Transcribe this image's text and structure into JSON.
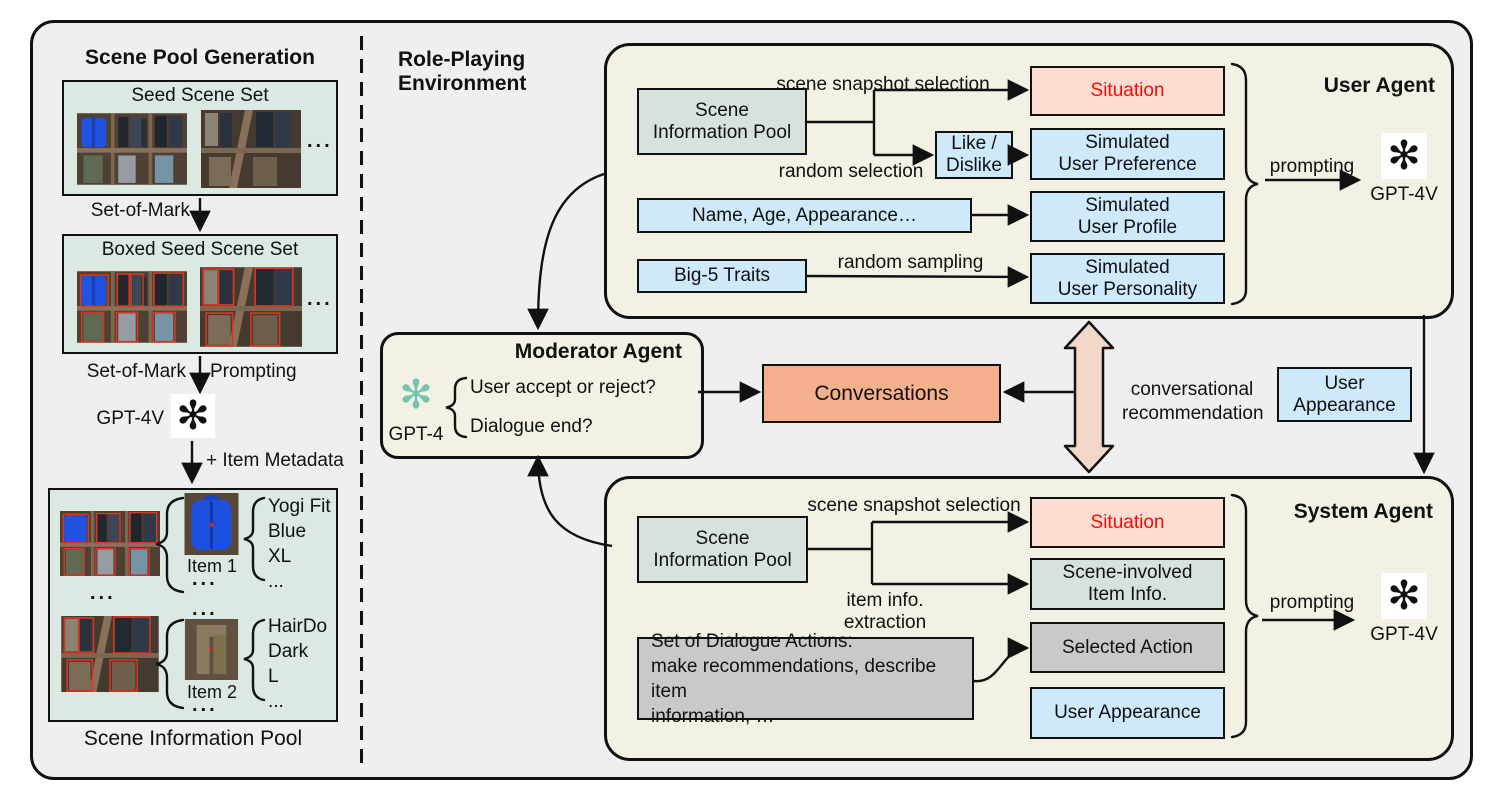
{
  "colors": {
    "figure_bg": "#efeff0",
    "panel_bg": "#f2f1e3",
    "green_box": "#dbe9e2",
    "teal_gray_box": "#d8e2dd",
    "blue_box": "#cde9fa",
    "pink_box": "#fbddd2",
    "salmon_box": "#f4b08d",
    "gray_box": "#c9c9ca",
    "double_arrow_fill": "#f3d8c9",
    "situation_text": "#f80b06",
    "moderator_logo_teal": "#76c4af"
  },
  "icons": {
    "openai": "✻"
  },
  "left_panel": {
    "title": "Scene Pool Generation",
    "seed_box_title": "Seed Scene Set",
    "boxed_box_title": "Boxed Seed Scene Set",
    "set_of_mark_1": "Set-of-Mark",
    "set_of_mark_2": "Set-of-Mark",
    "prompting": "Prompting",
    "gpt4v": "GPT-4V",
    "item_metadata": "+ Item Metadata",
    "ellipsis": "...",
    "item1_label": "Item 1",
    "item1_meta": "Yogi Fit\nBlue\nXL\n...",
    "item2_label": "Item 2",
    "item2_meta": "HairDo\nDark\nL\n...",
    "caption": "Scene Information Pool"
  },
  "role_playing_label": "Role-Playing\nEnvironment",
  "user_agent": {
    "title": "User Agent",
    "scene_info_pool": "Scene\nInformation Pool",
    "scene_snapshot_selection": "scene snapshot selection",
    "random_selection": "random selection",
    "like_dislike": "Like /\nDislike",
    "name_age_appearance": "Name, Age, Appearance…",
    "big5": "Big-5 Traits",
    "random_sampling": "random sampling",
    "situation": "Situation",
    "sim_preference": "Simulated\nUser Preference",
    "sim_profile": "Simulated\nUser Profile",
    "sim_personality": "Simulated\nUser Personality",
    "prompting": "prompting",
    "gpt4v": "GPT-4V"
  },
  "moderator": {
    "title": "Moderator Agent",
    "gpt4": "GPT-4",
    "q1": "User accept or reject?",
    "q2": "Dialogue end?"
  },
  "middle": {
    "conversations": "Conversations",
    "conv_recommendation": "conversational\nrecommendation",
    "user_appearance": "User\nAppearance"
  },
  "system_agent": {
    "title": "System Agent",
    "scene_info_pool": "Scene\nInformation Pool",
    "scene_snapshot_selection": "scene snapshot selection",
    "item_info_extraction": "item info. extraction",
    "situation": "Situation",
    "scene_involved": "Scene-involved\nItem Info.",
    "dialogue_actions": "Set of Dialogue Actions:\nmake recommendations, describe item\ninformation, …",
    "selected_action": "Selected Action",
    "user_appearance": "User Appearance",
    "prompting": "prompting",
    "gpt4v": "GPT-4V"
  }
}
